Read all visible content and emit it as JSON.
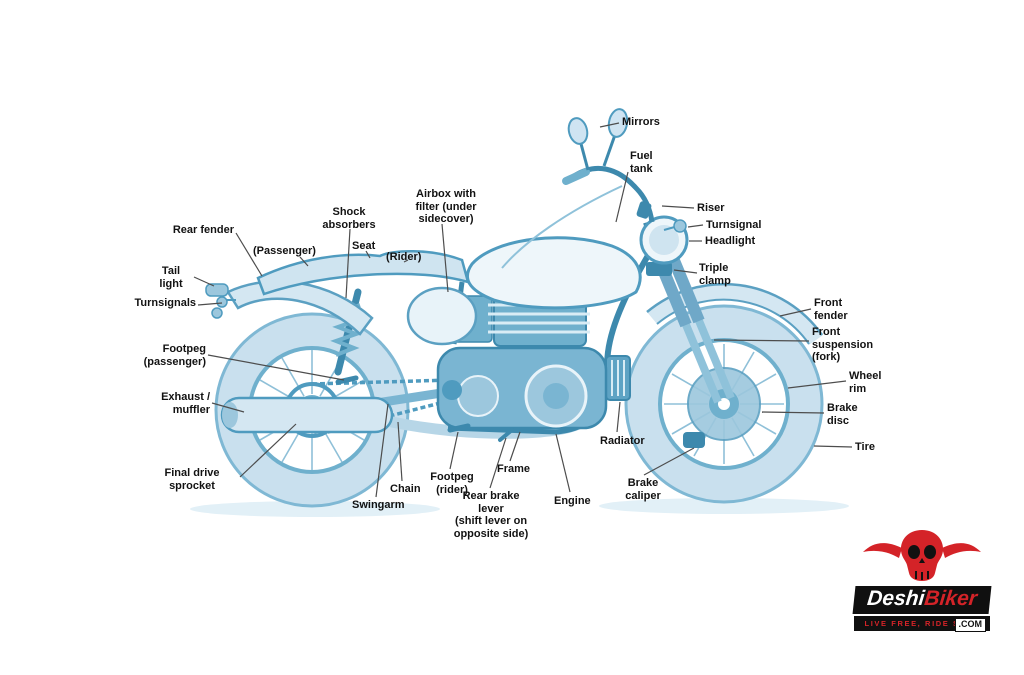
{
  "diagram": {
    "labels": {
      "mirrors": "Mirrors",
      "fuel_tank": "Fuel\ntank",
      "riser": "Riser",
      "turnsignal_front": "Turnsignal",
      "headlight": "Headlight",
      "triple_clamp": "Triple\nclamp",
      "front_fender": "Front\nfender",
      "front_suspension": "Front\nsuspension\n(fork)",
      "wheel_rim": "Wheel\nrim",
      "brake_disc": "Brake\ndisc",
      "tire": "Tire",
      "brake_caliper": "Brake\ncaliper",
      "radiator": "Radiator",
      "engine": "Engine",
      "frame": "Frame",
      "rear_brake_lever": "Rear brake\nlever\n(shift lever on\nopposite side)",
      "footpeg_rider": "Footpeg\n(rider)",
      "chain": "Chain",
      "swingarm": "Swingarm",
      "final_drive_sprocket": "Final drive\nsprocket",
      "exhaust_muffler": "Exhaust /\nmuffler",
      "footpeg_passenger": "Footpeg\n(passenger)",
      "turnsignals_rear": "Turnsignals",
      "tail_light": "Tail\nlight",
      "rear_fender": "Rear fender",
      "passenger": "(Passenger)",
      "seat": "Seat",
      "rider": "(Rider)",
      "shock_absorbers": "Shock\nabsorbers",
      "airbox": "Airbox with\nfilter (under\nsidecover)"
    }
  },
  "logo": {
    "brand_first": "Deshi",
    "brand_second": "Biker",
    "brand_suffix": ".COM",
    "tagline": "LIVE FREE, RIDE SAFE"
  },
  "colors": {
    "body_light": "#cfe4f0",
    "body_mid": "#7ab5d2",
    "body_dark": "#3d89ad",
    "outline": "#4f9bbf",
    "leader_line": "#4d4d4d",
    "logo_red": "#d42328",
    "logo_black": "#101010"
  }
}
